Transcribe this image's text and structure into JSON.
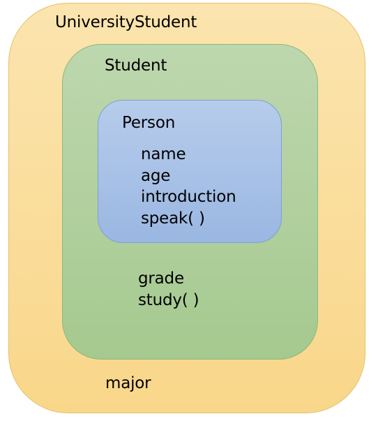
{
  "diagram": {
    "university_student": {
      "title": "UniversityStudent",
      "members": [
        "major"
      ]
    },
    "student": {
      "title": "Student",
      "members": [
        "grade",
        "study( )"
      ]
    },
    "person": {
      "title": "Person",
      "members": [
        "name",
        "age",
        "introduction",
        "speak( )"
      ]
    },
    "colors": {
      "outer_fill": "#f9d98f",
      "outer_border": "#e7c06a",
      "middle_fill": "#b0d09c",
      "middle_border": "#8db87a",
      "inner_fill": "#a8c1e6",
      "inner_border": "#7f9fd2"
    }
  }
}
